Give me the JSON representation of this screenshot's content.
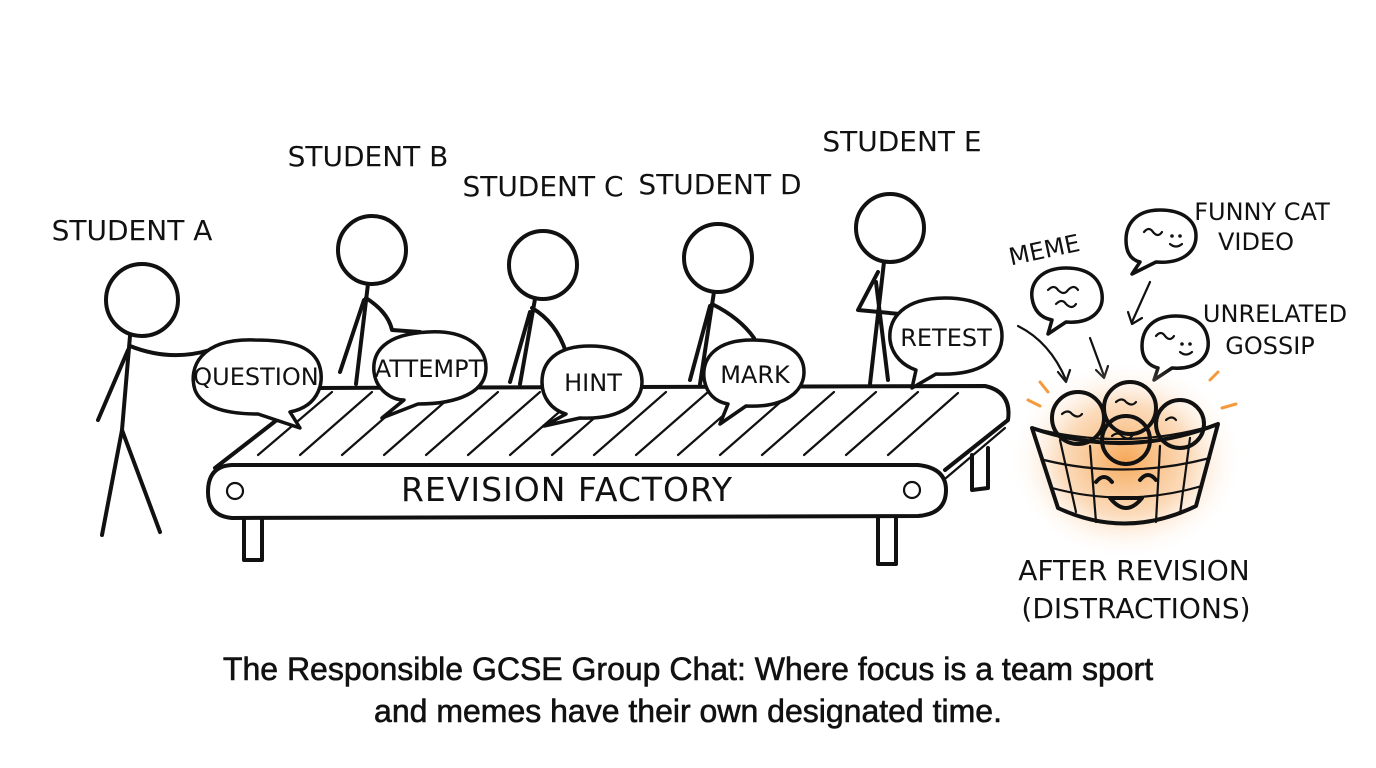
{
  "students": [
    {
      "label": "STUDENT A",
      "bubble": "QUESTION"
    },
    {
      "label": "STUDENT B",
      "bubble": "ATTEMPT"
    },
    {
      "label": "STUDENT C",
      "bubble": "HINT"
    },
    {
      "label": "STUDENT D",
      "bubble": "MARK"
    },
    {
      "label": "STUDENT E",
      "bubble": "RETEST"
    }
  ],
  "conveyor": {
    "label": "REVISION FACTORY"
  },
  "distractions": {
    "meme": "MEME",
    "funny_cat_video": [
      "FUNNY CAT",
      "VIDEO"
    ],
    "unrelated_gossip": [
      "UNRELATED",
      "GOSSIP"
    ]
  },
  "basket": {
    "label": [
      "AFTER REVISION",
      "(DISTRACTIONS)"
    ]
  },
  "caption": [
    "The Responsible GCSE Group Chat: Where focus is a team sport",
    "and memes have their own designated time."
  ],
  "colors": {
    "ink": "#111111",
    "glow": "#f59a3c",
    "background": "#ffffff"
  }
}
